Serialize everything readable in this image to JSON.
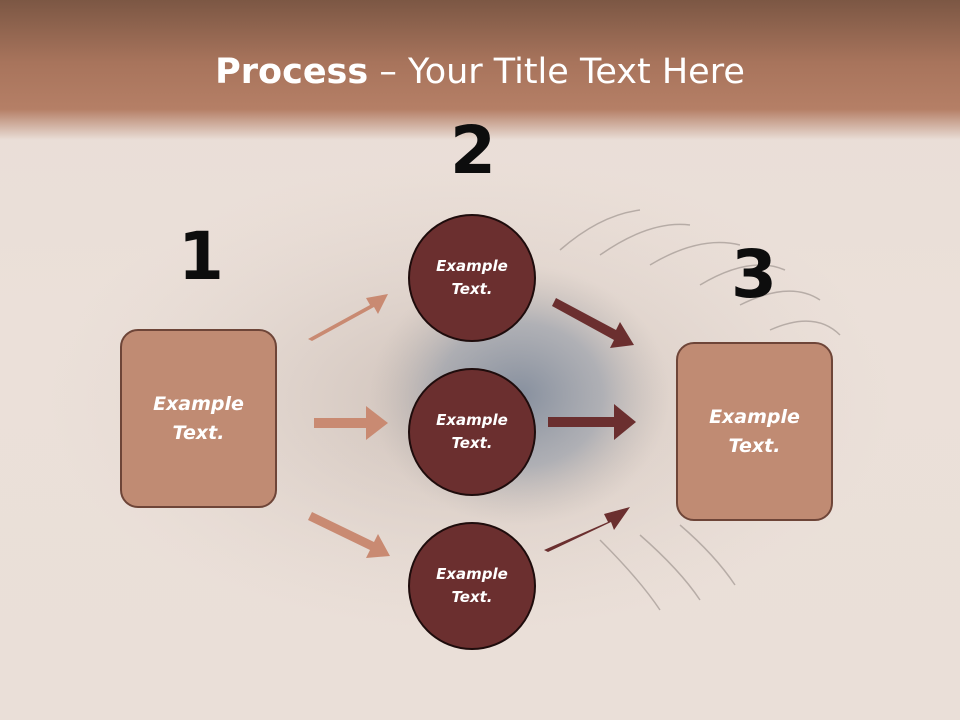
{
  "slide": {
    "title_bold": "Process",
    "title_rest": " – Your Title Text Here",
    "numbers": [
      "1",
      "2",
      "3"
    ],
    "left_box": {
      "text": "Example\nText."
    },
    "right_box": {
      "text": "Example\nText."
    },
    "circles": [
      {
        "text": "Example\nText."
      },
      {
        "text": "Example\nText."
      },
      {
        "text": "Example\nText."
      }
    ],
    "colors": {
      "header": "#a8745c",
      "box_fill": "#c08b73",
      "circle_fill": "#6b2f2f",
      "arrow_light": "#c98a72",
      "arrow_dark": "#6b2f2f"
    }
  }
}
